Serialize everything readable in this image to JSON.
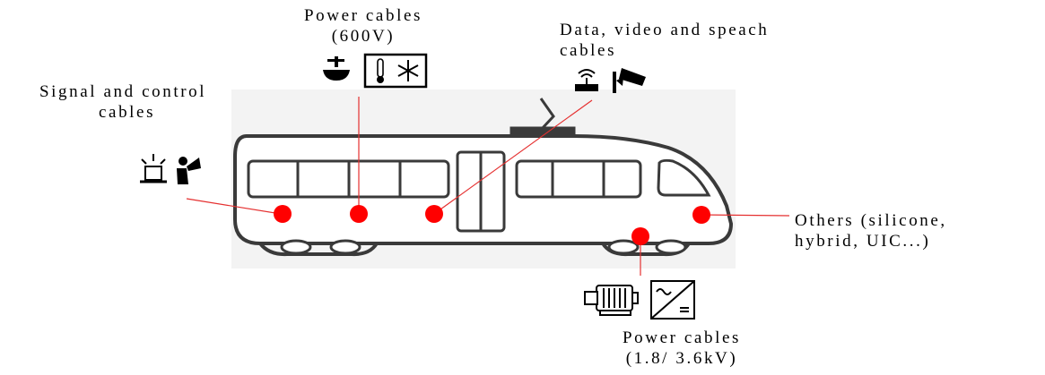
{
  "labels": {
    "signal": {
      "line1": "Signal and control",
      "line2": "cables"
    },
    "power600": {
      "line1": "Power cables",
      "line2": "(600V)"
    },
    "data": {
      "line1": "Data, video and speach",
      "line2": "cables"
    },
    "others": {
      "line1": "Others (silicone,",
      "line2": "hybrid, UIC...)"
    },
    "powerHV": {
      "line1": "Power cables",
      "line2": "(1.8/ 3.6kV)"
    }
  },
  "icons": {
    "signal": [
      "beacon-light-icon",
      "megaphone-person-icon"
    ],
    "power600": [
      "sink-faucet-icon",
      "thermometer-snowflake-icon"
    ],
    "data": [
      "wifi-router-icon",
      "security-camera-icon"
    ],
    "powerHV": [
      "electric-motor-icon",
      "ac-dc-converter-icon"
    ]
  },
  "colors": {
    "marker": "#ff0000",
    "line": "#e53030",
    "train_outline": "#3a3a3a",
    "background": "#f3f3f3"
  }
}
